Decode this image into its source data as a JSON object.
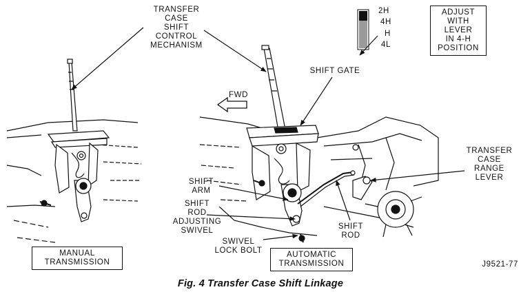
{
  "labels": {
    "mechanism": "TRANSFER\nCASE\nSHIFT\nCONTROL\nMECHANISM",
    "adjust_note": "ADJUST\nWITH\nLEVER\nIN 4-H\nPOSITION",
    "shift_gate": "SHIFT GATE",
    "fwd": "FWD",
    "range_lever": "TRANSFER\nCASE\nRANGE\nLEVER",
    "shift_arm": "SHIFT\nARM",
    "adjusting_swivel": "SHIFT\nROD\nADJUSTING\nSWIVEL",
    "swivel_lock_bolt": "SWIVEL\nLOCK BOLT",
    "shift_rod": "SHIFT\nROD",
    "manual": "MANUAL\nTRANSMISSION",
    "automatic": "AUTOMATIC\nTRANSMISSION",
    "figure_code": "J9521-77"
  },
  "gear_positions": [
    "2H",
    "4H",
    "H",
    "4L"
  ],
  "caption": "Fig. 4 Transfer Case Shift Linkage"
}
